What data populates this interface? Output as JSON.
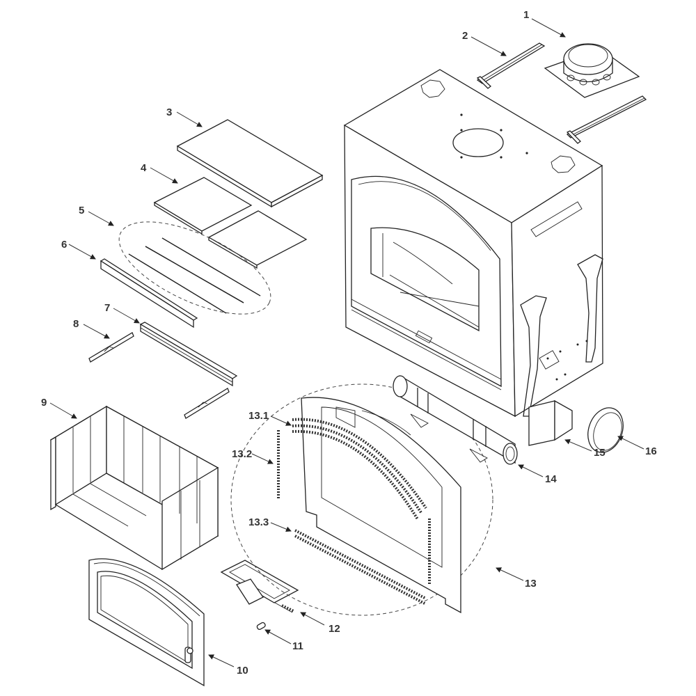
{
  "diagram": {
    "title": "Fireplace exploded parts diagram",
    "callouts": [
      {
        "id": "1",
        "label": "1",
        "part": "flue collar / chimney adapter"
      },
      {
        "id": "2",
        "label": "2",
        "part": "top standoff rails"
      },
      {
        "id": "3",
        "label": "3",
        "part": "baffle board (large)"
      },
      {
        "id": "4",
        "label": "4",
        "part": "baffle boards (small, pair)"
      },
      {
        "id": "5",
        "label": "5",
        "part": "air tubes (set of 3)"
      },
      {
        "id": "6",
        "label": "6",
        "part": "front baffle support"
      },
      {
        "id": "7",
        "label": "7",
        "part": "bottom rail"
      },
      {
        "id": "8",
        "label": "8",
        "part": "side brackets"
      },
      {
        "id": "9",
        "label": "9",
        "part": "firebrick liner set"
      },
      {
        "id": "10",
        "label": "10",
        "part": "door assembly"
      },
      {
        "id": "11",
        "label": "11",
        "part": "small fitting"
      },
      {
        "id": "12",
        "label": "12",
        "part": "air control assembly"
      },
      {
        "id": "13",
        "label": "13",
        "part": "surround / faceplate assembly"
      },
      {
        "id": "13.1",
        "label": "13.1",
        "part": "arched trim mesh"
      },
      {
        "id": "13.2",
        "label": "13.2",
        "part": "side trim mesh"
      },
      {
        "id": "13.3",
        "label": "13.3",
        "part": "bottom trim mesh"
      },
      {
        "id": "14",
        "label": "14",
        "part": "blower assembly"
      },
      {
        "id": "15",
        "label": "15",
        "part": "outside air bracket"
      },
      {
        "id": "16",
        "label": "16",
        "part": "outside air collar"
      }
    ]
  }
}
